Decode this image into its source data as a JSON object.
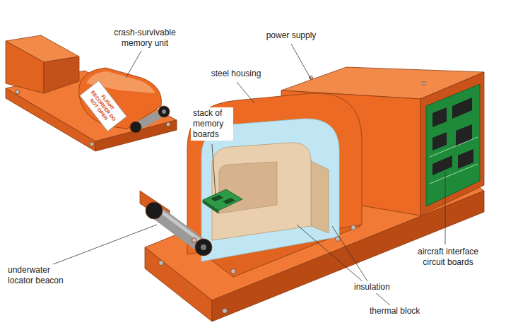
{
  "diagram": {
    "labels": [
      "crash-survivable memory unit",
      "power supply",
      "steel housing",
      "stack of memory boards",
      "underwater locator beacon",
      "insulation",
      "thermal block",
      "aircraft interface circuit boards",
      "FLIGHT RECORDER DO NOT OPEN"
    ]
  }
}
